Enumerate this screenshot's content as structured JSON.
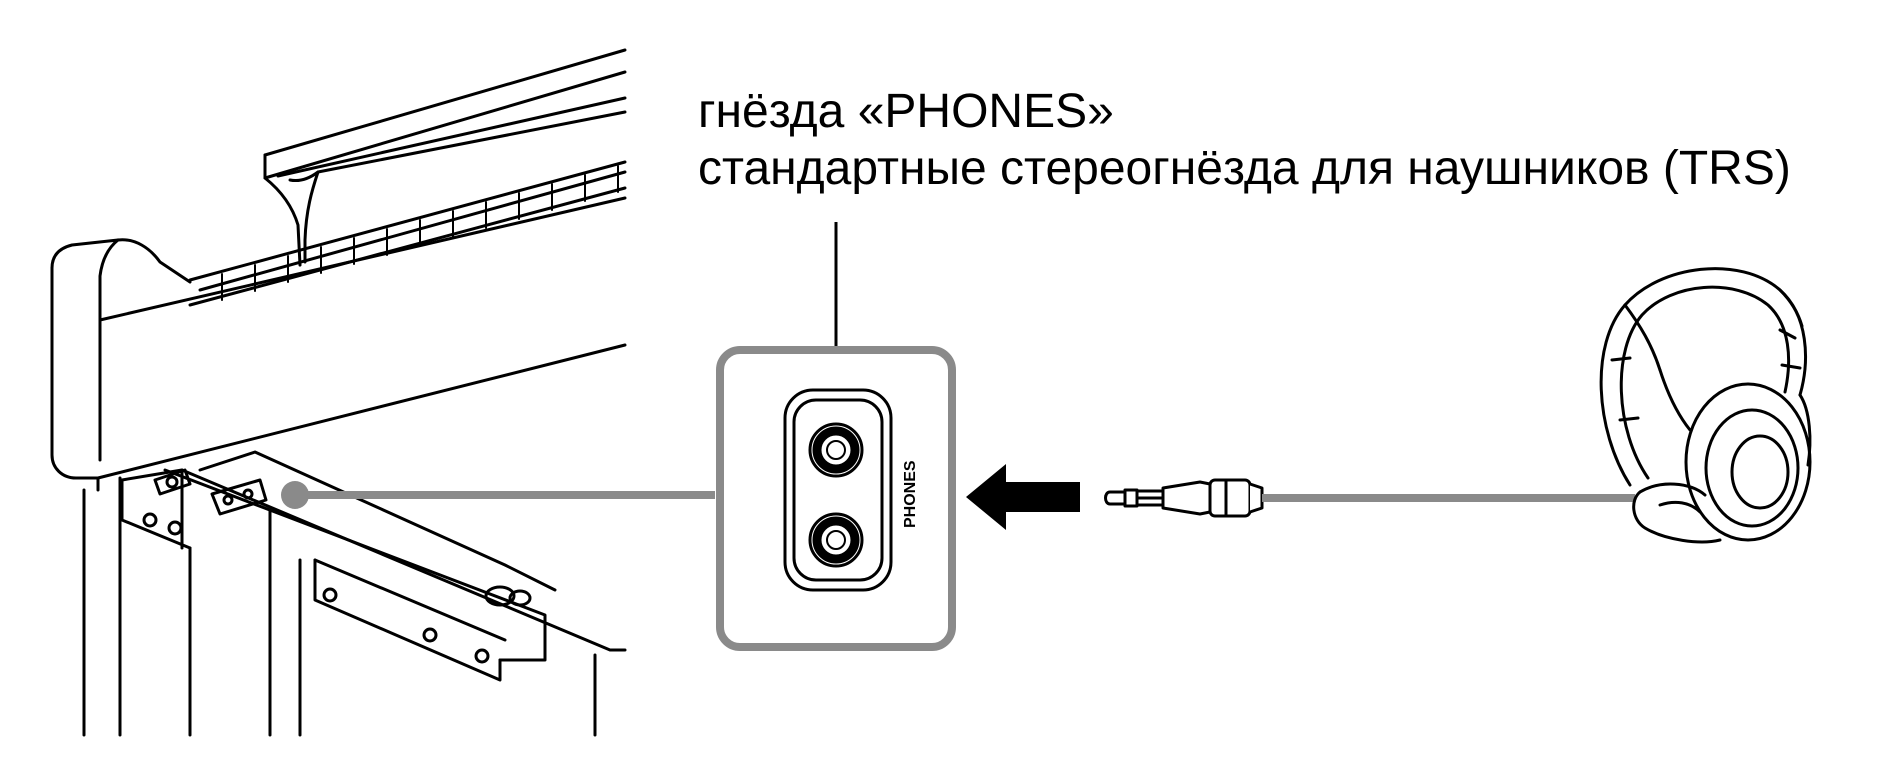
{
  "callout": {
    "line1": "гнёзда «PHONES»",
    "line2": "стандартные стереогнёзда для наушников (TRS)"
  },
  "panel": {
    "jack_label": "PHONES"
  },
  "colors": {
    "stroke": "#000000",
    "leader": "#8a8a8a",
    "cable": "#8a8a8a",
    "panel_fill": "#ececec",
    "panel_border": "#8a8a8a",
    "arrow": "#000000",
    "background": "#ffffff"
  },
  "icons": [
    "piano-body-icon",
    "headphones-icon",
    "plug-icon",
    "insert-arrow-icon",
    "jack-icon"
  ]
}
